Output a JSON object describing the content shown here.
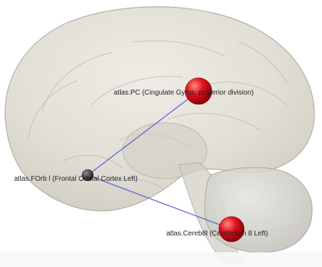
{
  "nodes": [
    {
      "id": "pc",
      "label": "atlas.PC (Cingulate Gyrus, posterior division)",
      "color": "#e0141a",
      "kind": "major"
    },
    {
      "id": "forb",
      "label": "atlas.FOrb l (Frontal Orbital Cortex Left)",
      "color": "#3a3a3a",
      "kind": "minor"
    },
    {
      "id": "cereb8",
      "label": "atlas.Cereb8l (Cerebelum 8 Left)",
      "color": "#e0141a",
      "kind": "major"
    }
  ],
  "edges": [
    {
      "from": "forb",
      "to": "pc",
      "color": "#5a5ad8"
    },
    {
      "from": "forb",
      "to": "cereb8",
      "color": "#5a5ad8"
    }
  ],
  "colors": {
    "brain_fill": "#d9d6ca",
    "brain_stroke": "#a8a498",
    "background": "#ffffff"
  }
}
